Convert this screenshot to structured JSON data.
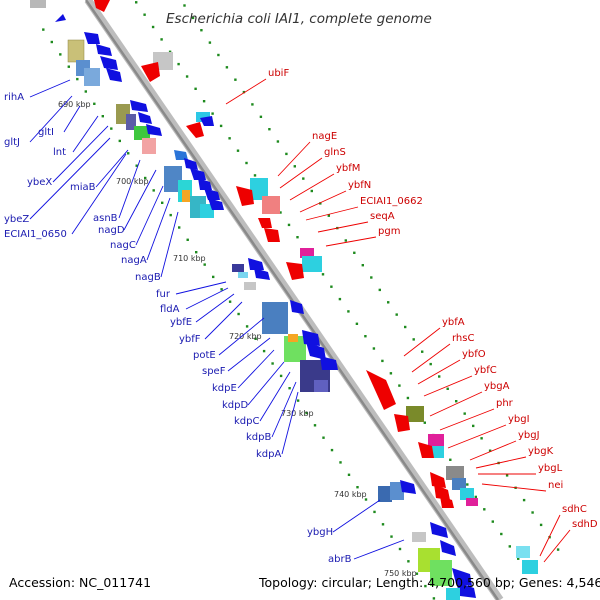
{
  "header": {
    "title": "Escherichia coli IAI1, complete genome"
  },
  "footer": {
    "accession": "Accession: NC_011741",
    "summary": "Topology: circular; Length: 4,700,560 bp; Genes: 4,546"
  },
  "ticks": [
    {
      "label": "690 kbp"
    },
    {
      "label": "700 kbp"
    },
    {
      "label": "710 kbp"
    },
    {
      "label": "720 kbp"
    },
    {
      "label": "730 kbp"
    },
    {
      "label": "740 kbp"
    },
    {
      "label": "750 kbp"
    }
  ],
  "left_labels": [
    "rihA",
    "gltJ",
    "gltI",
    "lnt",
    "ybeX",
    "miaB",
    "ybeZ",
    "ECIAI1_0650",
    "asnB",
    "nagD",
    "nagC",
    "nagA",
    "nagB",
    "fur",
    "fldA",
    "ybfE",
    "ybfF",
    "potE",
    "speF",
    "kdpE",
    "kdpD",
    "kdpC",
    "kdpB",
    "kdpA",
    "ybgH",
    "abrB"
  ],
  "right_labels": [
    "ubiF",
    "nagE",
    "glnS",
    "ybfM",
    "ybfN",
    "ECIAI1_0662",
    "seqA",
    "pgm",
    "ybfA",
    "rhsC",
    "ybfO",
    "ybfC",
    "ybgA",
    "phr",
    "ybgI",
    "ybgJ",
    "ybgK",
    "ybgL",
    "nei",
    "sdhC",
    "sdhD"
  ],
  "colors": {
    "backbone": "#9a9a9a",
    "forward_strand": "#1010e0",
    "reverse_strand": "#ee0000",
    "left_label": "#1a1ab0",
    "right_label": "#cc0000",
    "gc_dots": "#1e8a1e"
  }
}
